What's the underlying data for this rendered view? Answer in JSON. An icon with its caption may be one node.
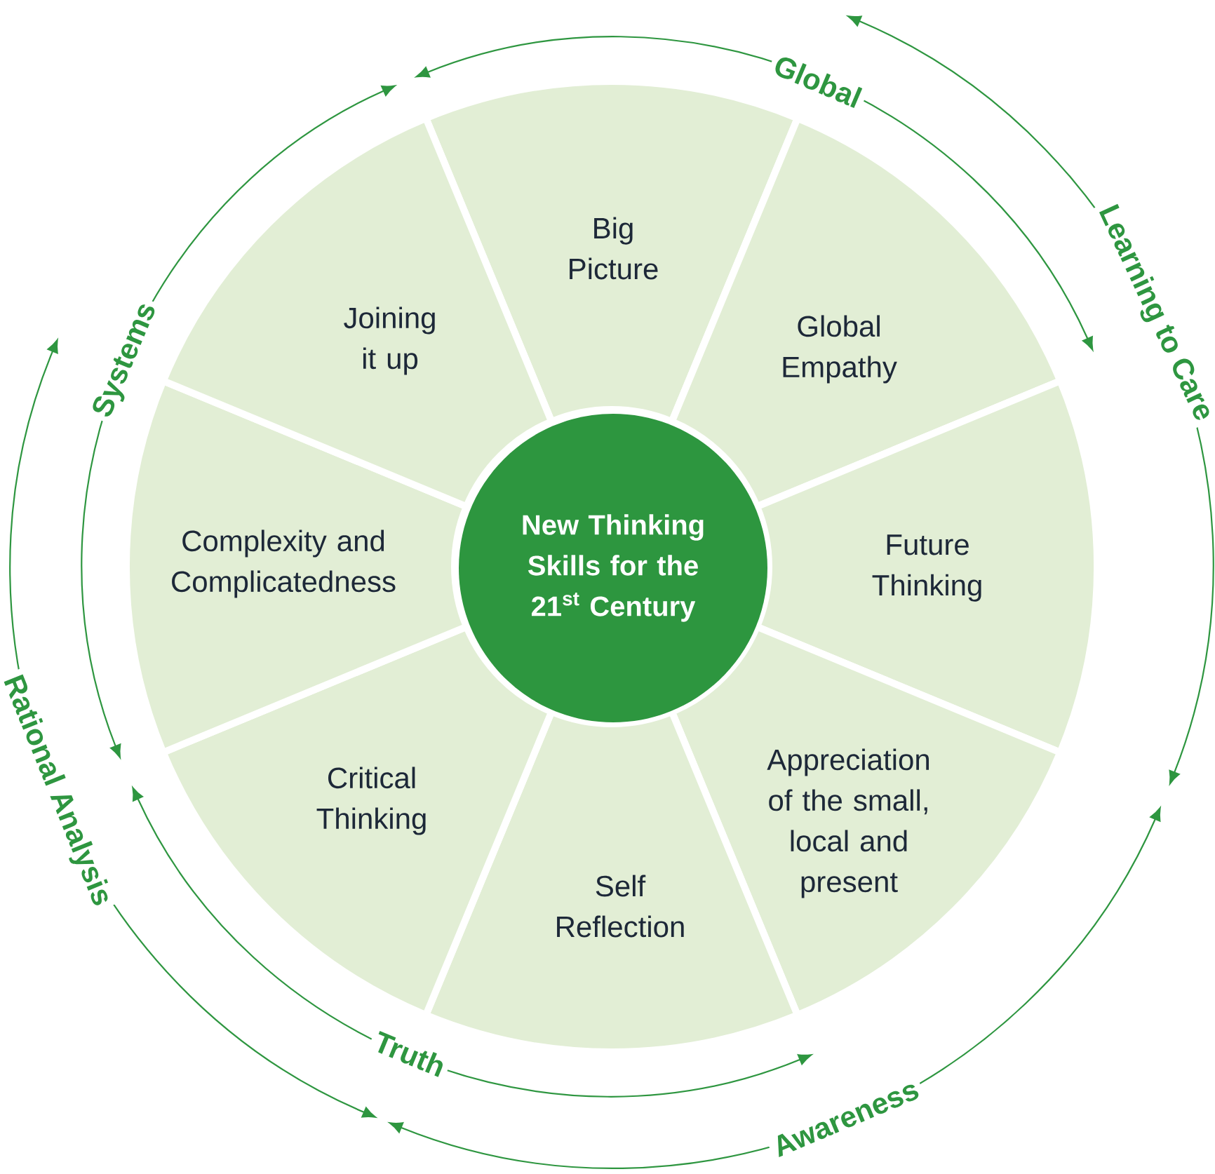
{
  "diagram": {
    "nodes": [
      {
        "text": [
          "New Thinking Skills for the 21$^{st}$ Century"
        ]
      },
      {
        "text": [
          "Big Picture"
        ]
      },
      {
        "text": [
          "Global Empathy"
        ]
      },
      {
        "text": [
          "Future Thinking"
        ]
      },
      {
        "text": [
          "Appreciation of the small, local and present"
        ]
      },
      {
        "text": [
          "Self Reflection"
        ]
      },
      {
        "text": [
          "Critical Thinking"
        ]
      },
      {
        "text": [
          "Complexity and Complicatedness"
        ]
      },
      {
        "text": [
          "Joining it up"
        ]
      }
    ],
    "labels": [
      "Global",
      "Learning to Care",
      "Systems",
      "Rational Analysis",
      "Truth",
      "Awareness"
    ]
  }
}
